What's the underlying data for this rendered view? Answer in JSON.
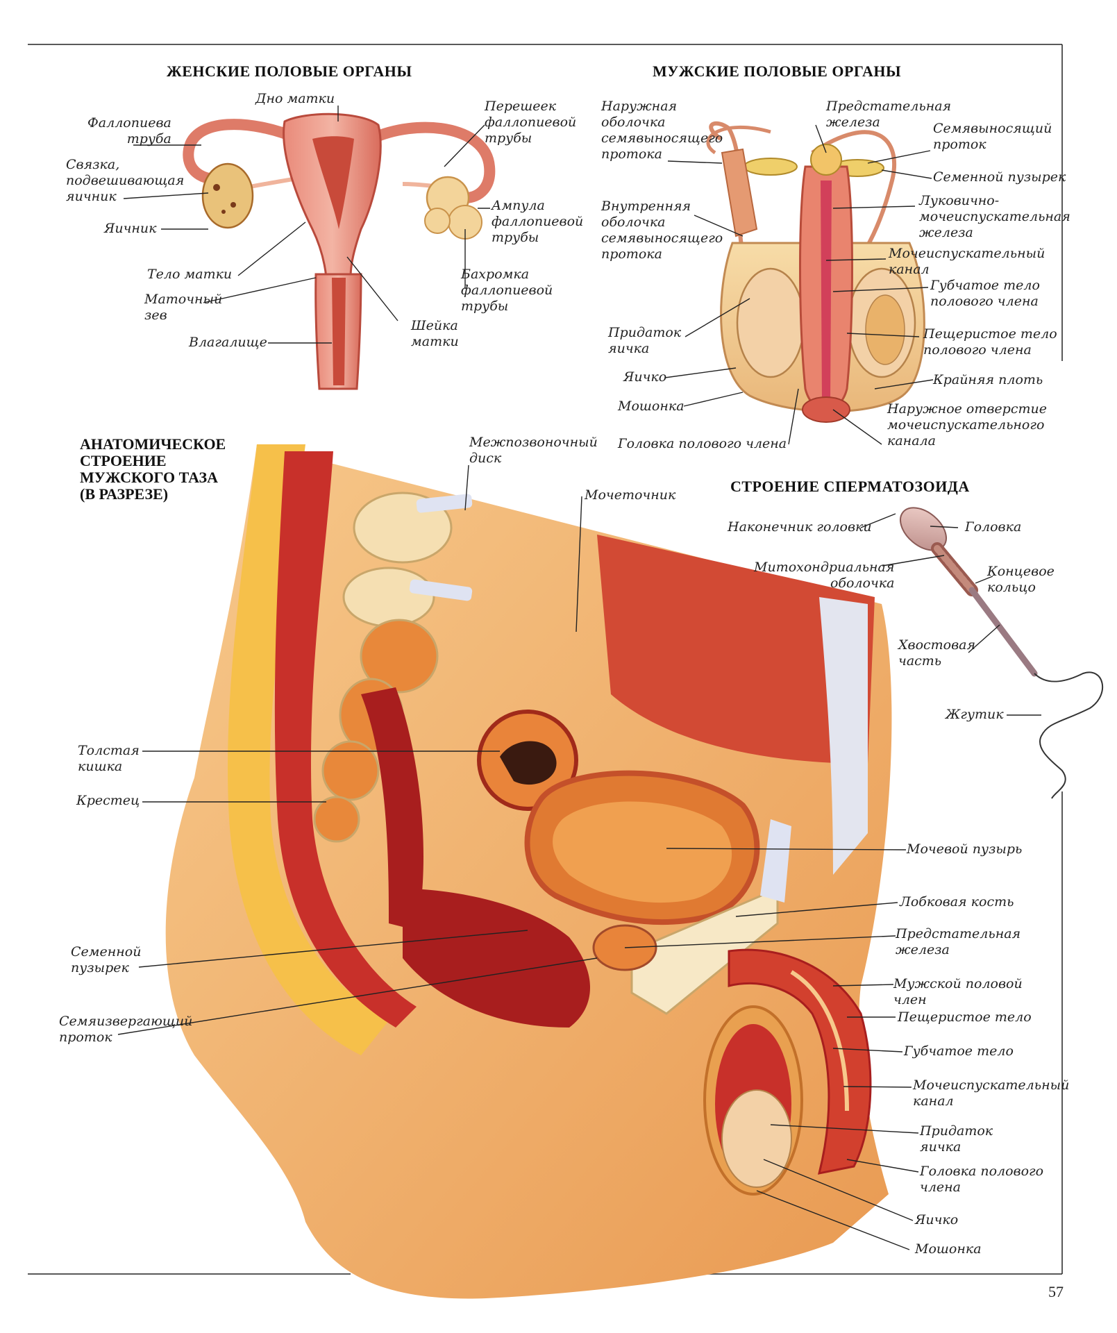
{
  "headings": {
    "female": "ЖЕНСКИЕ ПОЛОВЫЕ ОРГАНЫ",
    "male": "МУЖСКИЕ ПОЛОВЫЕ ОРГАНЫ",
    "pelvis_l1": "АНАТОМИЧЕСКОЕ",
    "pelvis_l2": "СТРОЕНИЕ",
    "pelvis_l3": "МУЖСКОГО ТАЗА",
    "pelvis_l4": "(В РАЗРЕЗЕ)",
    "sperm": "СТРОЕНИЕ СПЕРМАТОЗОИДА"
  },
  "female": {
    "dno_matki": "Дно матки",
    "fallopieva_1": "Фаллопиева",
    "fallopieva_2": "труба",
    "svyazka_1": "Связка,",
    "svyazka_2": "подвешивающая",
    "svyazka_3": "яичник",
    "yaichnik": "Яичник",
    "telo_matki": "Тело матки",
    "zev_1": "Маточный",
    "zev_2": "зев",
    "vlagalishche": "Влагалище",
    "pereshek_1": "Перешеек",
    "pereshek_2": "фаллопиевой",
    "pereshek_3": "трубы",
    "ampula_1": "Ампула",
    "ampula_2": "фаллопиевой",
    "ampula_3": "трубы",
    "bakhromka_1": "Бахромка",
    "bakhromka_2": "фаллопиевой",
    "bakhromka_3": "трубы",
    "sheika_1": "Шейка",
    "sheika_2": "матки"
  },
  "male": {
    "naruzh_1": "Наружная",
    "naruzh_2": "оболочка",
    "naruzh_3": "семявыносящего",
    "naruzh_4": "протока",
    "vnutr_1": "Внутренняя",
    "vnutr_2": "оболочка",
    "vnutr_3": "семявыносящего",
    "vnutr_4": "протока",
    "pridatok_1": "Придаток",
    "pridatok_2": "яичка",
    "yaichko": "Яичко",
    "moshonka": "Мошонка",
    "golovka": "Головка полового члена",
    "predstat_1": "Предстательная",
    "predstat_2": "железа",
    "semyavynos_1": "Семявыносящий",
    "semyavynos_2": "проток",
    "semennoy": "Семенной пузырек",
    "lukovichno_1": "Луковично-",
    "lukovichno_2": "мочеиспускательная",
    "lukovichno_3": "железа",
    "mocheisp_1": "Мочеиспускательный",
    "mocheisp_2": "канал",
    "gubchatoe_1": "Губчатое тело",
    "gubchatoe_2": "полового члена",
    "peshcheristoe_1": "Пещеристое тело",
    "peshcheristoe_2": "полового члена",
    "krainyaya": "Крайняя плоть",
    "otverstie_1": "Наружное отверстие",
    "otverstie_2": "мочеиспускательного",
    "otverstie_3": "канала"
  },
  "sperm": {
    "nakonechnik": "Наконечник головки",
    "golovka": "Головка",
    "mito_1": "Митохондриальная",
    "mito_2": "оболочка",
    "kontsevoe_1": "Концевое",
    "kontsevoe_2": "кольцо",
    "khvost_1": "Хвостовая",
    "khvost_2": "часть",
    "zhgutik": "Жгутик"
  },
  "pelvis": {
    "mezhpozv_1": "Межпозвоночный",
    "mezhpozv_2": "диск",
    "mochetochnik": "Мочеточник",
    "tolstaya_1": "Толстая",
    "tolstaya_2": "кишка",
    "krestets": "Крестец",
    "semennoy_1": "Семенной",
    "semennoy_2": "пузырек",
    "semyaizv_1": "Семяизвергающий",
    "semyaizv_2": "проток",
    "mochevoy": "Мочевой пузырь",
    "lobkovaya": "Лобковая кость",
    "predstat_1": "Предстательная",
    "predstat_2": "железа",
    "muzhskoy_1": "Мужской половой",
    "muzhskoy_2": "член",
    "peshcheristoe": "Пещеристое тело",
    "gubchatoe": "Губчатое тело",
    "mocheisp_1": "Мочеиспускательный",
    "mocheisp_2": "канал",
    "pridatok_1": "Придаток",
    "pridatok_2": "яичка",
    "golovka_1": "Головка полового",
    "golovka_2": "члена",
    "yaichko": "Яичко",
    "moshonka": "Мошонка"
  },
  "page_number": "57",
  "colors": {
    "muscle": "#c8302a",
    "skin": "#f2b26a",
    "fat": "#f6c04a",
    "bone": "#f5dfb2",
    "ivory": "#f7e8c6",
    "cartilage": "#dfe3f2"
  }
}
